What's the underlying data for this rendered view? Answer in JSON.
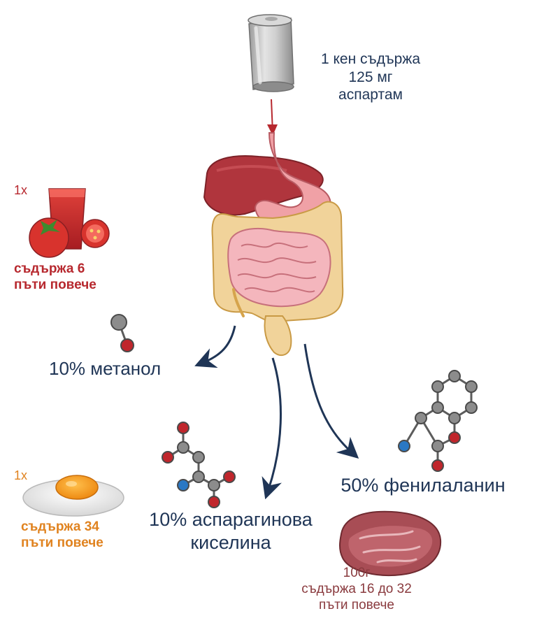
{
  "can": {
    "line1": "1 кен съдържа",
    "line2": "125 мг",
    "line3": "аспартам"
  },
  "tomato": {
    "multiplier": "1x",
    "line1": "съдържа 6",
    "line2": "пъти повече"
  },
  "methanol": {
    "label": "10% метанол"
  },
  "egg": {
    "multiplier": "1x",
    "line1": "съдържа 34",
    "line2": "пъти повече"
  },
  "aspartic": {
    "line1": "10% аспарагинова",
    "line2": "киселина"
  },
  "phenylalanine": {
    "label": "50% фенилаланин"
  },
  "meat": {
    "line1": "100г",
    "line2": "съдържа 16 до 32",
    "line3": "пъти повече"
  },
  "colors": {
    "navy": "#1f3556",
    "red": "#b7282e",
    "orange": "#e08320",
    "brown": "#8a3b3f",
    "atom_gray": "#8c8c8c",
    "atom_red": "#c0262c",
    "atom_blue": "#2a78c4"
  },
  "icons": [
    "soda-can-icon",
    "digestive-system-icon",
    "tomato-juice-icon",
    "egg-icon",
    "meat-icon",
    "molecule-icon",
    "arrow-icon"
  ]
}
